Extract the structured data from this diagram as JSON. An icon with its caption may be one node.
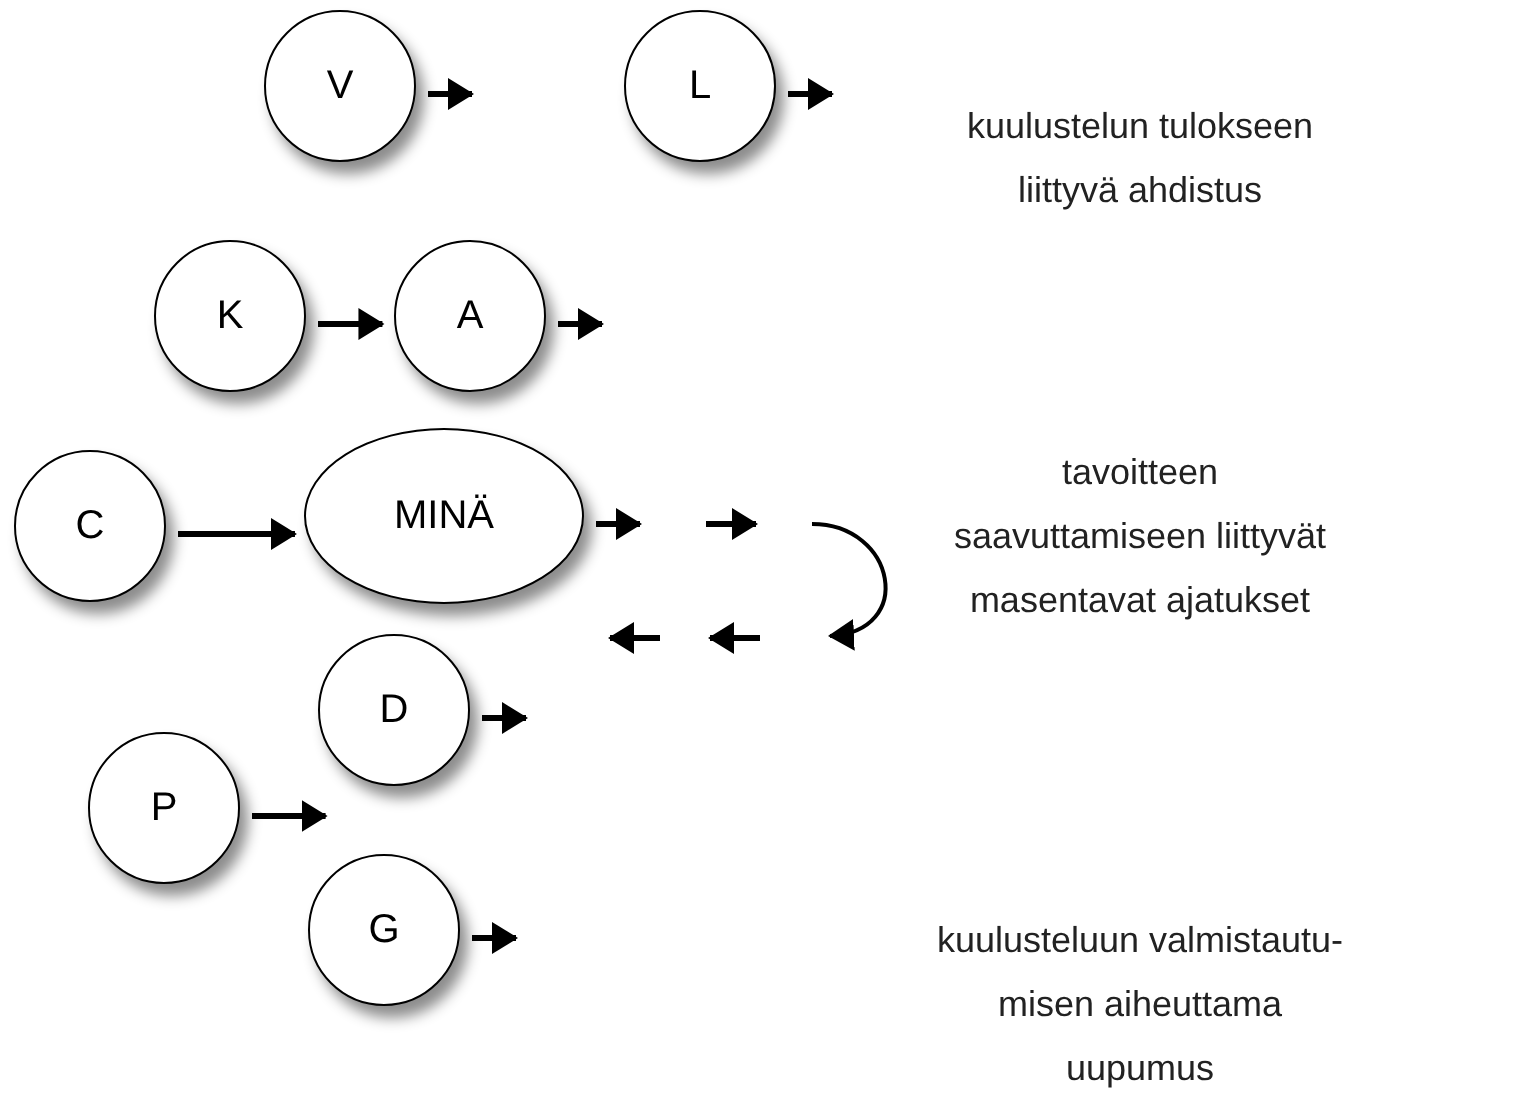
{
  "diagram": {
    "nodes": [
      {
        "text": [
          "V"
        ]
      },
      {
        "text": [
          "L"
        ]
      },
      {
        "text": [
          "K"
        ]
      },
      {
        "text": [
          "A"
        ]
      },
      {
        "text": [
          "C"
        ]
      },
      {
        "text": [
          "MINÄ"
        ]
      },
      {
        "text": [
          "D"
        ]
      },
      {
        "text": [
          "P"
        ]
      },
      {
        "text": [
          "G"
        ]
      }
    ],
    "edges": [
      {
        "from": 0,
        "to": null,
        "arrow": "to"
      },
      {
        "from": 1,
        "to": null,
        "arrow": "to"
      },
      {
        "from": 2,
        "to": 3,
        "arrow": "to"
      },
      {
        "from": 3,
        "to": null,
        "arrow": "to"
      },
      {
        "from": 4,
        "to": 5,
        "arrow": "to"
      },
      {
        "from": 5,
        "to": null,
        "arrow": "to"
      },
      {
        "from": 6,
        "to": null,
        "arrow": "to"
      },
      {
        "from": 7,
        "to": 6,
        "arrow": "to"
      },
      {
        "from": 8,
        "to": null,
        "arrow": "to"
      }
    ],
    "labels": [
      "kuulustelun tulokseen liittyvä ahdistus",
      "tavoitteen saavuttamiseen liittyvät masentavat ajatukset",
      "kuulusteluun valmistautu- misen aiheuttama uupumus"
    ]
  }
}
